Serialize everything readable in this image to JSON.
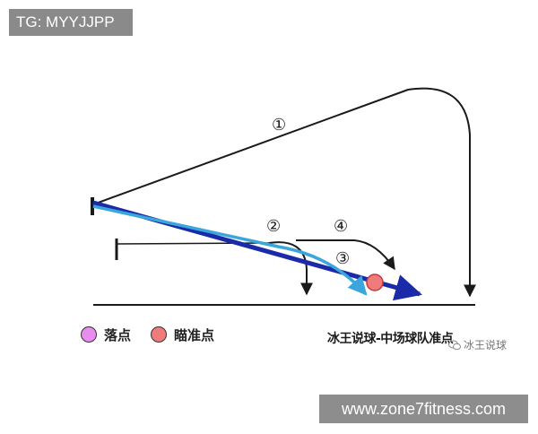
{
  "tg_badge": "TG: MYYJJPP",
  "url_badge": "www.zone7fitness.com",
  "diagram": {
    "path_labels": [
      "①",
      "②",
      "③",
      "④"
    ],
    "legend": [
      {
        "label": "落点",
        "color": "#e98cf0"
      },
      {
        "label": "瞄准点",
        "color": "#f07b7b"
      }
    ],
    "caption": "冰王说球-中场球队准点",
    "watermark": "冰王说球",
    "colors": {
      "line_dark": "#1a1a1a",
      "arrow_navy": "#1a2aa8",
      "arrow_cyan": "#3aa6dc"
    }
  }
}
